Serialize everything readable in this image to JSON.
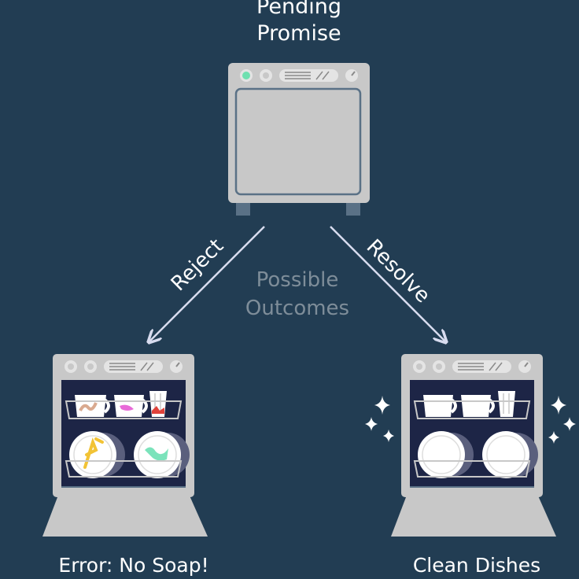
{
  "title": {
    "line1": "Pending",
    "line2": "Promise"
  },
  "center_label": {
    "line1": "Possible",
    "line2": "Outcomes"
  },
  "edges": {
    "reject": "Reject",
    "resolve": "Resolve"
  },
  "outcomes": {
    "rejected": "Error: No Soap!",
    "resolved": "Clean Dishes"
  },
  "colors": {
    "background": "#223d53",
    "appliance": "#c8c8c8",
    "appliance_dark": "#5a7186",
    "interior": "#1d2546",
    "arrow": "#d8dcef",
    "muted_text": "#7e8d99",
    "indicator": "#6fe0b0"
  }
}
